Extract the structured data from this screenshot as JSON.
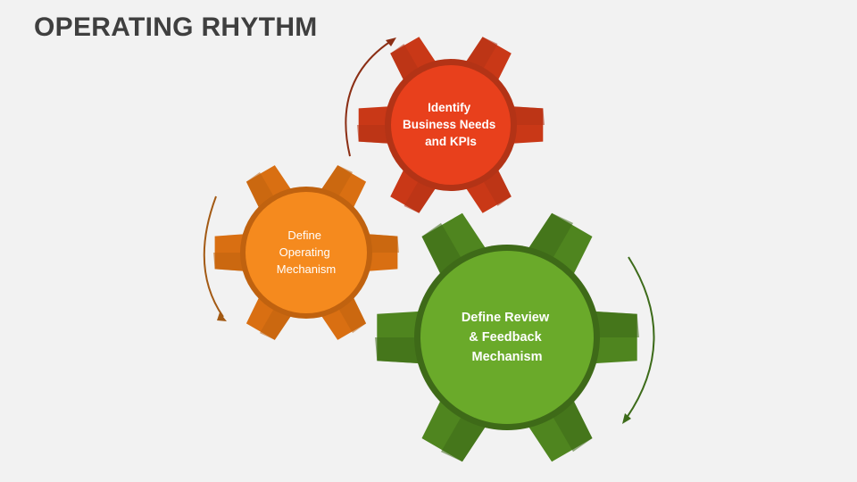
{
  "title": "OPERATING RHYTHM",
  "gears": [
    {
      "lines": [
        "Identify",
        "Business Needs",
        "and KPIs"
      ],
      "color": "#e8401c",
      "dark": "#b33316",
      "side": "#c93817"
    },
    {
      "lines": [
        "Define",
        "Operating",
        "Mechanism"
      ],
      "color": "#f58a1e",
      "dark": "#c0620f",
      "side": "#d96f12"
    },
    {
      "lines": [
        "Define Review",
        "& Feedback",
        "Mechanism"
      ],
      "color": "#6aaa2a",
      "dark": "#3e6a18",
      "side": "#4f851f"
    }
  ],
  "arrow_colors": [
    "#8b2e14",
    "#a35a14",
    "#3d6b1a"
  ]
}
